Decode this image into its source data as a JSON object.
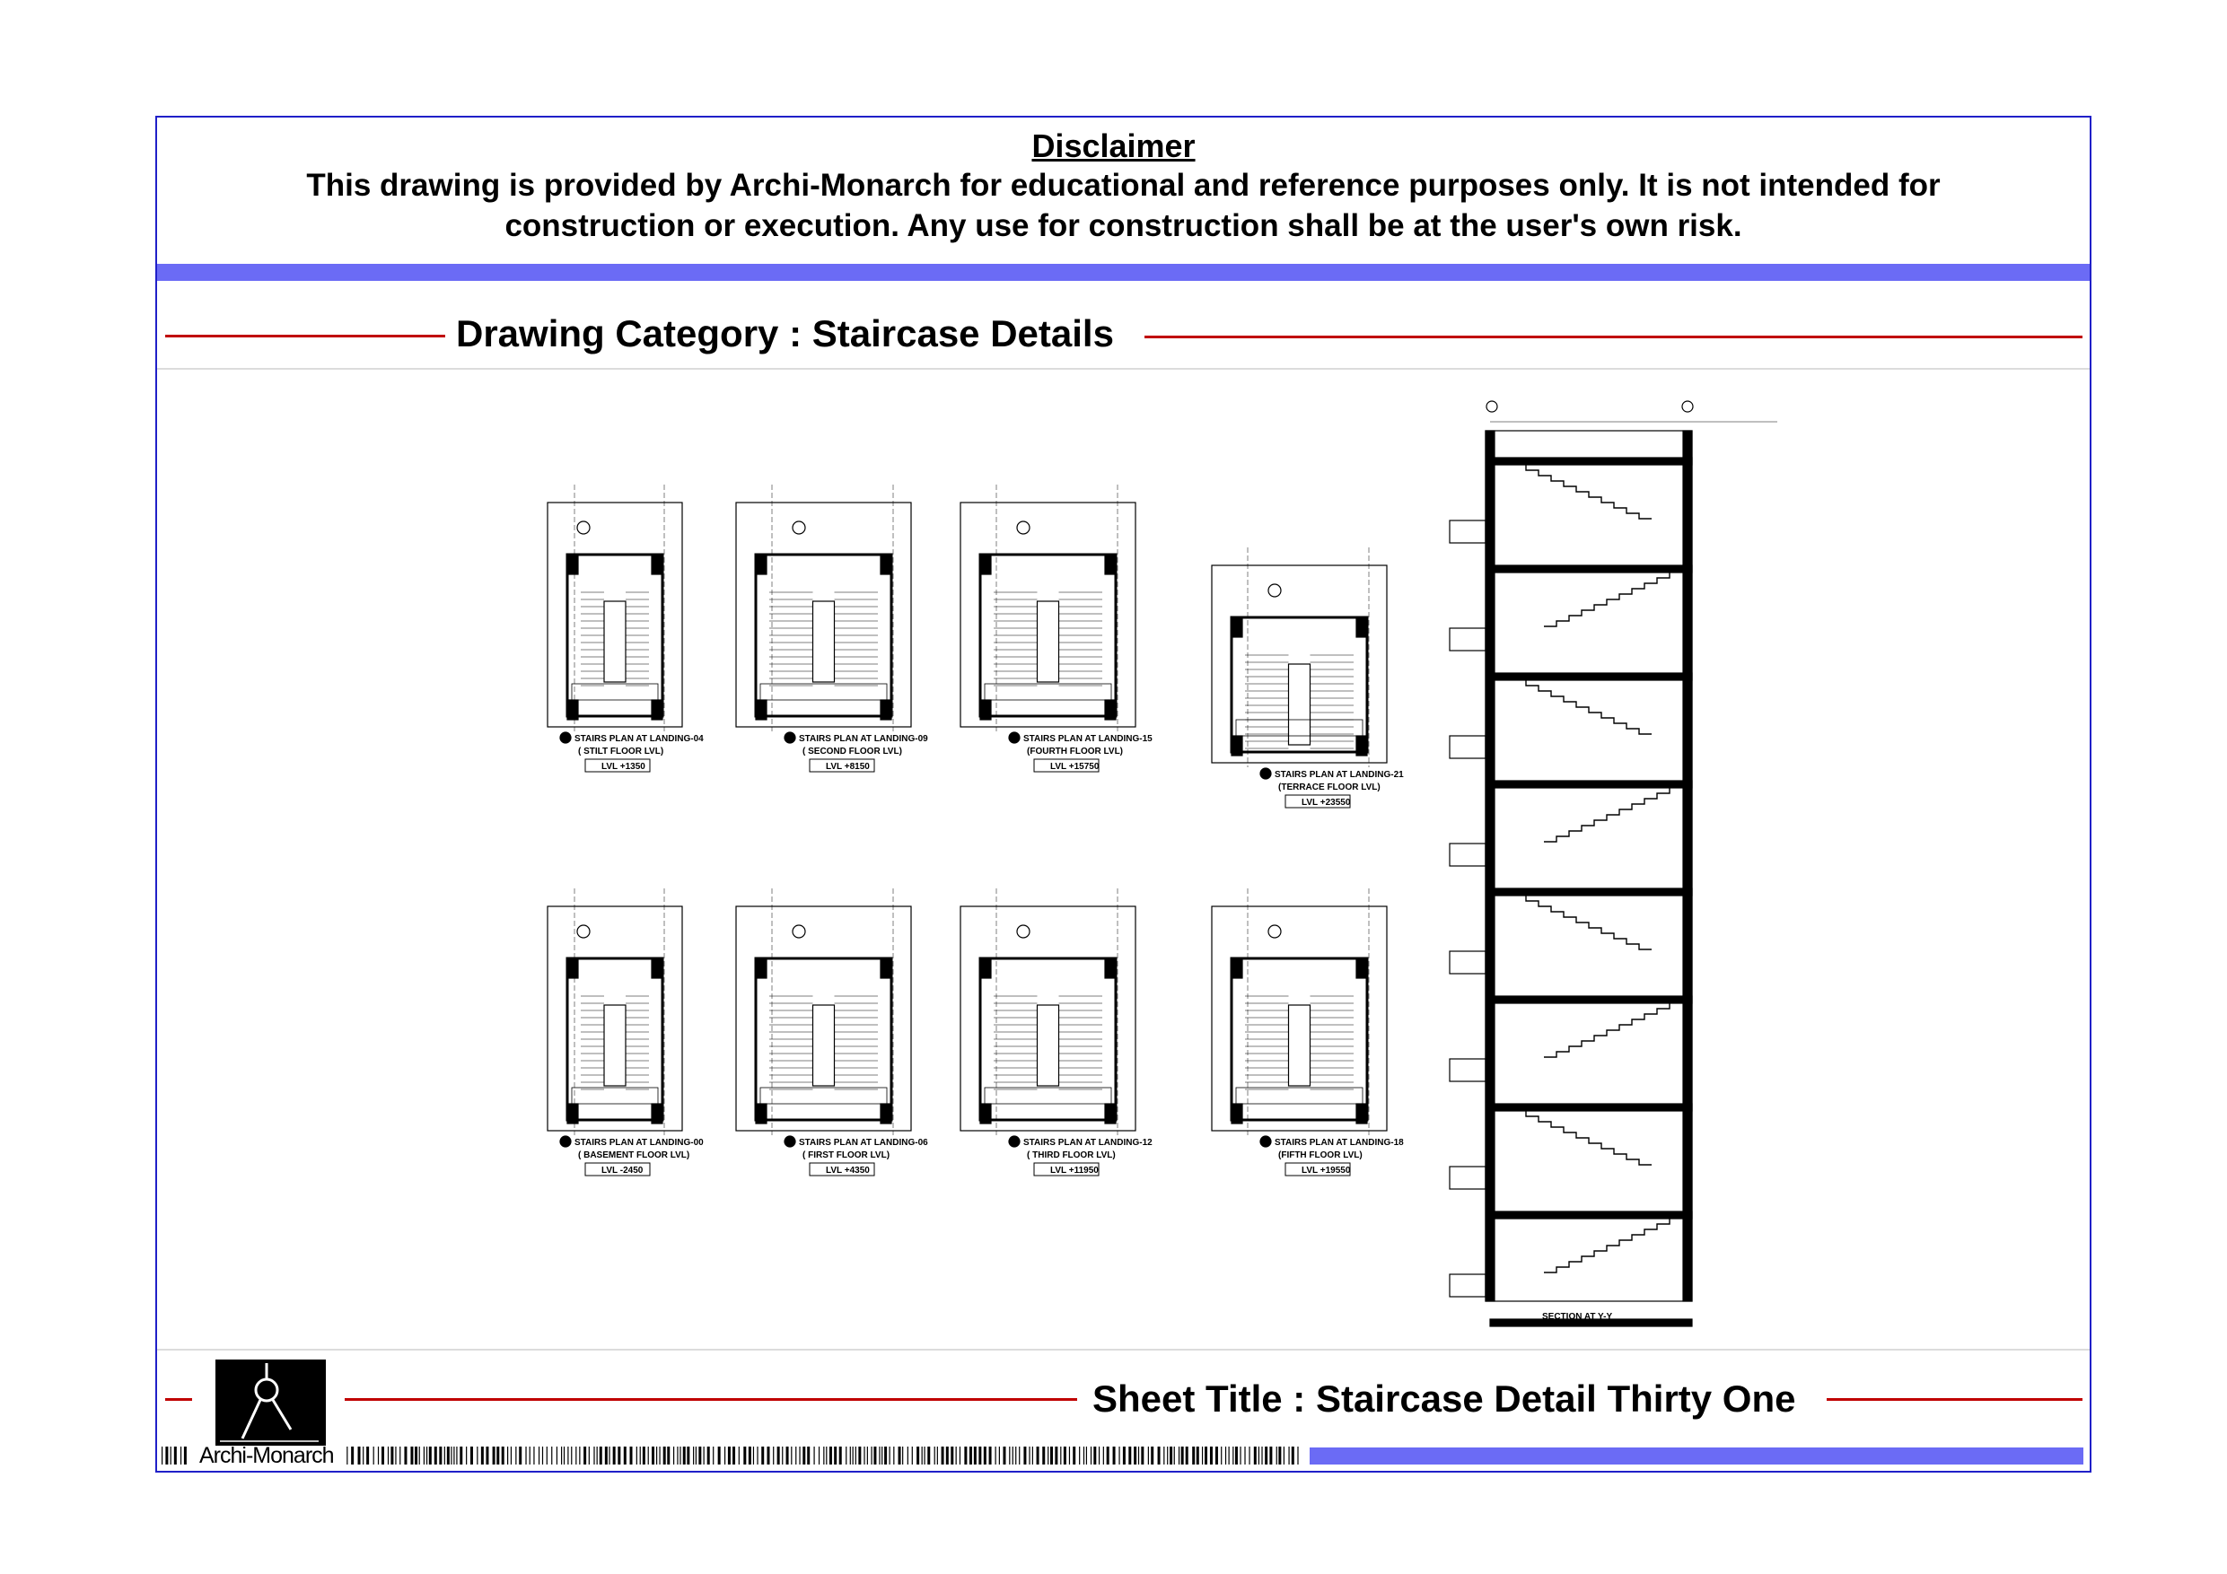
{
  "disclaimer": {
    "title": "Disclaimer",
    "line1": "This drawing is provided by Archi-Monarch for educational and reference purposes only. It is not intended for",
    "line2": "construction or execution. Any use for construction shall be at the user's own risk."
  },
  "category": "Drawing Category : Staircase Details",
  "sheet_title": "Sheet Title : Staircase Detail Thirty One",
  "brand": "Archi-Monarch",
  "colors": {
    "frame": "#2020c8",
    "bar": "#6b6bf5",
    "rule": "#c00000"
  },
  "plans": [
    {
      "title": "STAIRS PLAN AT LANDING-04",
      "floor": "( STILT FLOOR LVL)",
      "level": "LVL +1350"
    },
    {
      "title": "STAIRS PLAN AT LANDING-09",
      "floor": "( SECOND FLOOR LVL)",
      "level": "LVL +8150"
    },
    {
      "title": "STAIRS PLAN AT LANDING-15",
      "floor": "(FOURTH FLOOR LVL)",
      "level": "LVL +15750"
    },
    {
      "title": "STAIRS PLAN AT LANDING-21",
      "floor": "(TERRACE FLOOR LVL)",
      "level": "LVL +23550"
    },
    {
      "title": "STAIRS PLAN AT LANDING-00",
      "floor": "( BASEMENT FLOOR LVL)",
      "level": "LVL -2450"
    },
    {
      "title": "STAIRS PLAN AT LANDING-06",
      "floor": "( FIRST FLOOR LVL)",
      "level": "LVL +4350"
    },
    {
      "title": "STAIRS PLAN AT LANDING-12",
      "floor": "( THIRD FLOOR LVL)",
      "level": "LVL +11950"
    },
    {
      "title": "STAIRS PLAN AT LANDING-18",
      "floor": "(FIFTH FLOOR LVL)",
      "level": "LVL +19550"
    }
  ],
  "section_title": "SECTION AT Y-Y"
}
